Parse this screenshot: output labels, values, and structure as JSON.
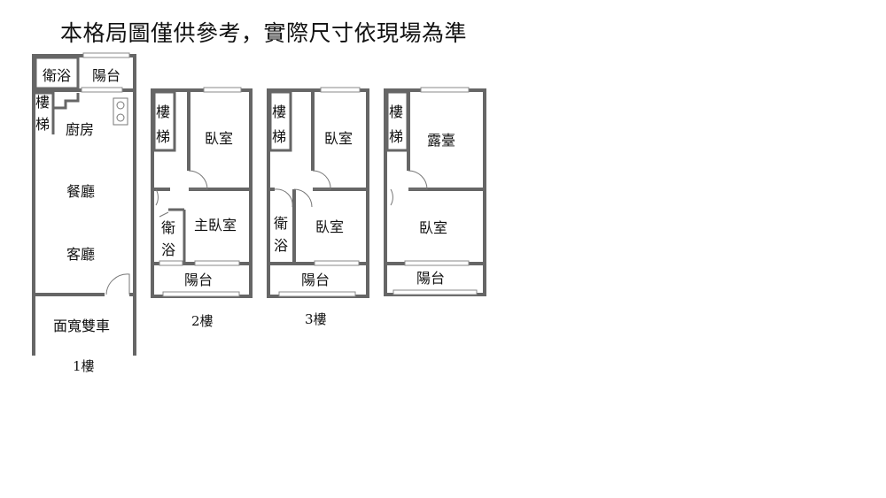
{
  "title": "本格局圖僅供參考，實際尺寸依現場為準",
  "floors": {
    "f1": {
      "label": "1樓",
      "rooms": {
        "bath": "衛浴",
        "balcony": "陽台",
        "stair_a": "樓",
        "stair_b": "梯",
        "kitchen": "廚房",
        "dining": "餐廳",
        "living": "客廳",
        "garage": "面寬雙車"
      }
    },
    "f2": {
      "label": "2樓",
      "rooms": {
        "stair_a": "樓",
        "stair_b": "梯",
        "bedroom": "臥室",
        "master": "主臥室",
        "bath_a": "衛",
        "bath_b": "浴",
        "balcony": "陽台"
      }
    },
    "f3": {
      "label": "3樓",
      "rooms": {
        "stair_a": "樓",
        "stair_b": "梯",
        "bedroom1": "臥室",
        "bath_a": "衛",
        "bath_b": "浴",
        "bedroom2": "臥室",
        "balcony": "陽台"
      }
    },
    "f4": {
      "rooms": {
        "stair_a": "樓",
        "stair_b": "梯",
        "terrace": "露臺",
        "bedroom": "臥室",
        "balcony": "陽台"
      }
    }
  }
}
